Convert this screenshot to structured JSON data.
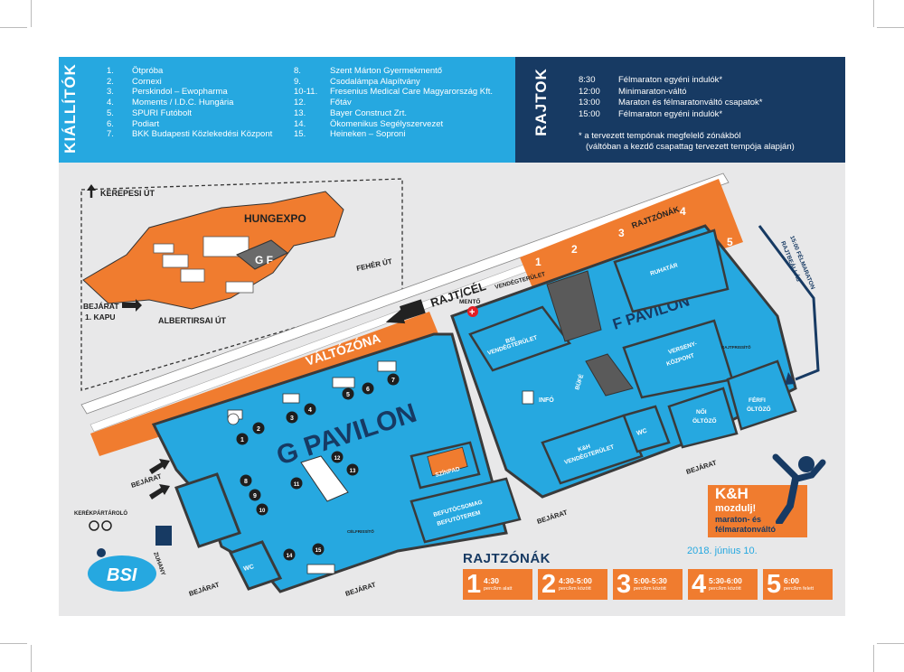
{
  "exhibitors": {
    "title": "KIÁLLÍTÓK",
    "left": [
      {
        "num": "1.",
        "name": "Ötpróba"
      },
      {
        "num": "2.",
        "name": "Cornexi"
      },
      {
        "num": "3.",
        "name": "Perskindol – Ewopharma"
      },
      {
        "num": "4.",
        "name": "Moments / I.D.C. Hungária"
      },
      {
        "num": "5.",
        "name": "SPURI Futóbolt"
      },
      {
        "num": "6.",
        "name": "Podiart"
      },
      {
        "num": "7.",
        "name": "BKK Budapesti Közlekedési Központ"
      }
    ],
    "right": [
      {
        "num": "8.",
        "name": "Szent Márton Gyermekmentő"
      },
      {
        "num": "9.",
        "name": "Csodalámpa Alapítvány"
      },
      {
        "num": "10-11.",
        "name": "Fresenius Medical Care Magyarország Kft."
      },
      {
        "num": "12.",
        "name": "Főtáv"
      },
      {
        "num": "13.",
        "name": "Bayer Construct Zrt."
      },
      {
        "num": "14.",
        "name": "Ökomenikus Segélyszervezet"
      },
      {
        "num": "15.",
        "name": "Heineken – Soproni"
      }
    ]
  },
  "starts": {
    "title": "RAJTOK",
    "items": [
      {
        "time": "8:30",
        "label": "Félmaraton egyéni indulók*"
      },
      {
        "time": "12:00",
        "label": "Minimaraton-váltó"
      },
      {
        "time": "13:00",
        "label": "Maraton és félmaratonváltó csapatok*"
      },
      {
        "time": "15:00",
        "label": "Félmaraton egyéni indulók*"
      }
    ],
    "note_line1": "*  a tervezett tempónak megfelelő zónákból",
    "note_line2": "(váltóban a kezdő csapattag tervezett tempója alapján)"
  },
  "map": {
    "kerepesi": "KEREPESI ÚT",
    "hungexpo": "HUNGEXPO",
    "feher_ut": "FEHÉR ÚT",
    "albertirsai": "ALBERTIRSAI ÚT",
    "bejarat_kapu_1": "BEJÁRAT",
    "bejarat_kapu_2": "1. KAPU",
    "rajt_cel": "RAJT/CÉL",
    "valtozona": "VÁLTÓZÓNA",
    "mento": "MENTŐ",
    "vendegterulet": "VENDÉGTERÜLET",
    "bsi_vendeg_1": "BSI",
    "bsi_vendeg_2": "VENDÉGTERÜLET",
    "g_pavilon": "G PAVILON",
    "f_pavilon": "F PAVILON",
    "ruhatar": "RUHATÁR",
    "verseny_1": "VERSENY-",
    "verseny_2": "KÖZPONT",
    "bufe": "BÜFÉ",
    "info": "INFÓ",
    "szinpad": "SZÍNPAD",
    "csomag_1": "BEFUTÓCSOMAG",
    "csomag_2": "BEFUTÓTEREM",
    "kh_vendeg_1": "K&H",
    "kh_vendeg_2": "VENDÉGTERÜLET",
    "wc": "WC",
    "noi_1": "NŐI",
    "noi_2": "ÖLTÖZŐ",
    "ferfi_1": "FÉRFI",
    "ferfi_2": "ÖLTÖZŐ",
    "rajtcsomag": "RAJTFRISSÍTŐ",
    "celfrissito": "CÉLFRISSÍTŐ",
    "rajtzonak_label": "RAJTZÓNÁK",
    "zone_numbers": [
      "1",
      "2",
      "3",
      "4",
      "5"
    ],
    "rajtbeallas_1": "15:00 FÉLMARATON",
    "rajtbeallas_2": "RAJTBEÁLLÁS",
    "bejarat": "BEJÁRAT",
    "keker": "KERÉKPÁRTÁROLÓ",
    "zuhany": "ZUHANY",
    "booths": [
      "1",
      "2",
      "3",
      "4",
      "5",
      "6",
      "7",
      "8",
      "9",
      "10",
      "11",
      "12",
      "13",
      "14",
      "15"
    ],
    "bsi_logo": "BSI"
  },
  "rajtzonak": {
    "title": "RAJTZÓNÁK",
    "zones": [
      {
        "n": "1",
        "time": "4:30",
        "sub": "perc/km alatt"
      },
      {
        "n": "2",
        "time": "4:30-5:00",
        "sub": "perc/km között"
      },
      {
        "n": "3",
        "time": "5:00-5:30",
        "sub": "perc/km között"
      },
      {
        "n": "4",
        "time": "5:30-6:00",
        "sub": "perc/km között"
      },
      {
        "n": "5",
        "time": "6:00",
        "sub": "perc/km felett"
      }
    ]
  },
  "event": {
    "brand": "K&H",
    "slogan": "mozdulj!",
    "line1": "maraton- és",
    "line2": "félmaratonváltó",
    "date": "2018. június 10."
  },
  "colors": {
    "blue": "#26a8e0",
    "navy": "#173a63",
    "orange": "#f07c2f",
    "grey_bg": "#e8e8e9",
    "wall": "#4a4a4a"
  }
}
